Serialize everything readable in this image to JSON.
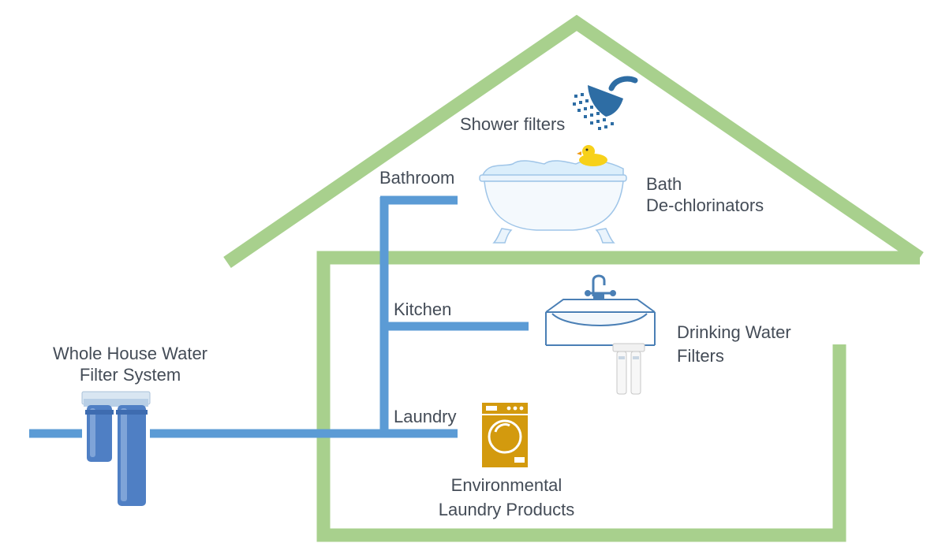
{
  "colors": {
    "house_outline": "#a8d08d",
    "pipe": "#5b9bd5",
    "icon_blue": "#2e6da4",
    "filter_blue": "#4f7fc4",
    "laundry_gold": "#d39a0e",
    "tub_blue": "#9fc5e8",
    "duck_yellow": "#f7d11a",
    "text": "#444c57"
  },
  "labels": {
    "whole_house": [
      "Whole House Water",
      "Filter System"
    ],
    "bathroom": "Bathroom",
    "kitchen": "Kitchen",
    "laundry": "Laundry",
    "shower_filters": "Shower filters",
    "bath": [
      "Bath",
      "De-chlorinators"
    ],
    "drinking_water": [
      "Drinking Water",
      "Filters"
    ],
    "laundry_products": [
      "Environmental",
      "Laundry Products"
    ]
  },
  "icons": {
    "shower": "shower-head-icon",
    "bathtub": "bathtub-icon",
    "duck": "rubber-duck-icon",
    "sink": "sink-icon",
    "under_sink_filter": "under-sink-filter-icon",
    "washing_machine": "washing-machine-icon",
    "whole_house_filter": "whole-house-filter-icon"
  }
}
